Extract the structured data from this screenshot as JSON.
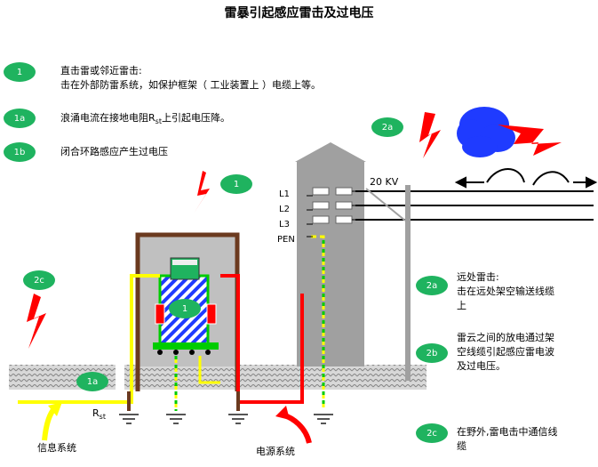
{
  "title": "雷暴引起感应雷击及过电压",
  "badges": {
    "b1": "1",
    "b1a": "1a",
    "b1b": "1b",
    "b2a": "2a",
    "b2b": "2b",
    "b2c": "2c"
  },
  "legend_left": {
    "item1_line1": "直击雷或邻近雷击:",
    "item1_line2": "击在外部防雷系统，如保护框架（ 工业装置上  ）电缆上等。",
    "item1a_pre": "浪涌电流在接地电阻R",
    "item1a_sub": "st",
    "item1a_post": "上引起电压降。",
    "item1b": "闭合环路感应产生过电压"
  },
  "legend_right": {
    "item2a_line1": "远处雷击:",
    "item2a_line2": "击在远处架空输送线缆",
    "item2a_line3": "上",
    "item2b_line1": "雷云之间的放电通过架",
    "item2b_line2": "空线缆引起感应雷电波",
    "item2b_line3": "及过电压。",
    "item2c_line1": "在野外,雷电击中通信线",
    "item2c_line2": "缆"
  },
  "diagram": {
    "kv": "20 KV",
    "l1": "L1",
    "l2": "L2",
    "l3": "L3",
    "pen": "PEN",
    "rst": "R",
    "rst_sub": "st",
    "info_system": "信息系统",
    "power_system": "电源系统"
  },
  "colors": {
    "badge": "#1fb35f",
    "lightning": "#ff0000",
    "cloud": "#1f3bff",
    "building": "#a0a0a0",
    "frame": "#6b3a1f",
    "yellow": "#ffff00",
    "green": "#00cc00",
    "red": "#ff0000"
  }
}
